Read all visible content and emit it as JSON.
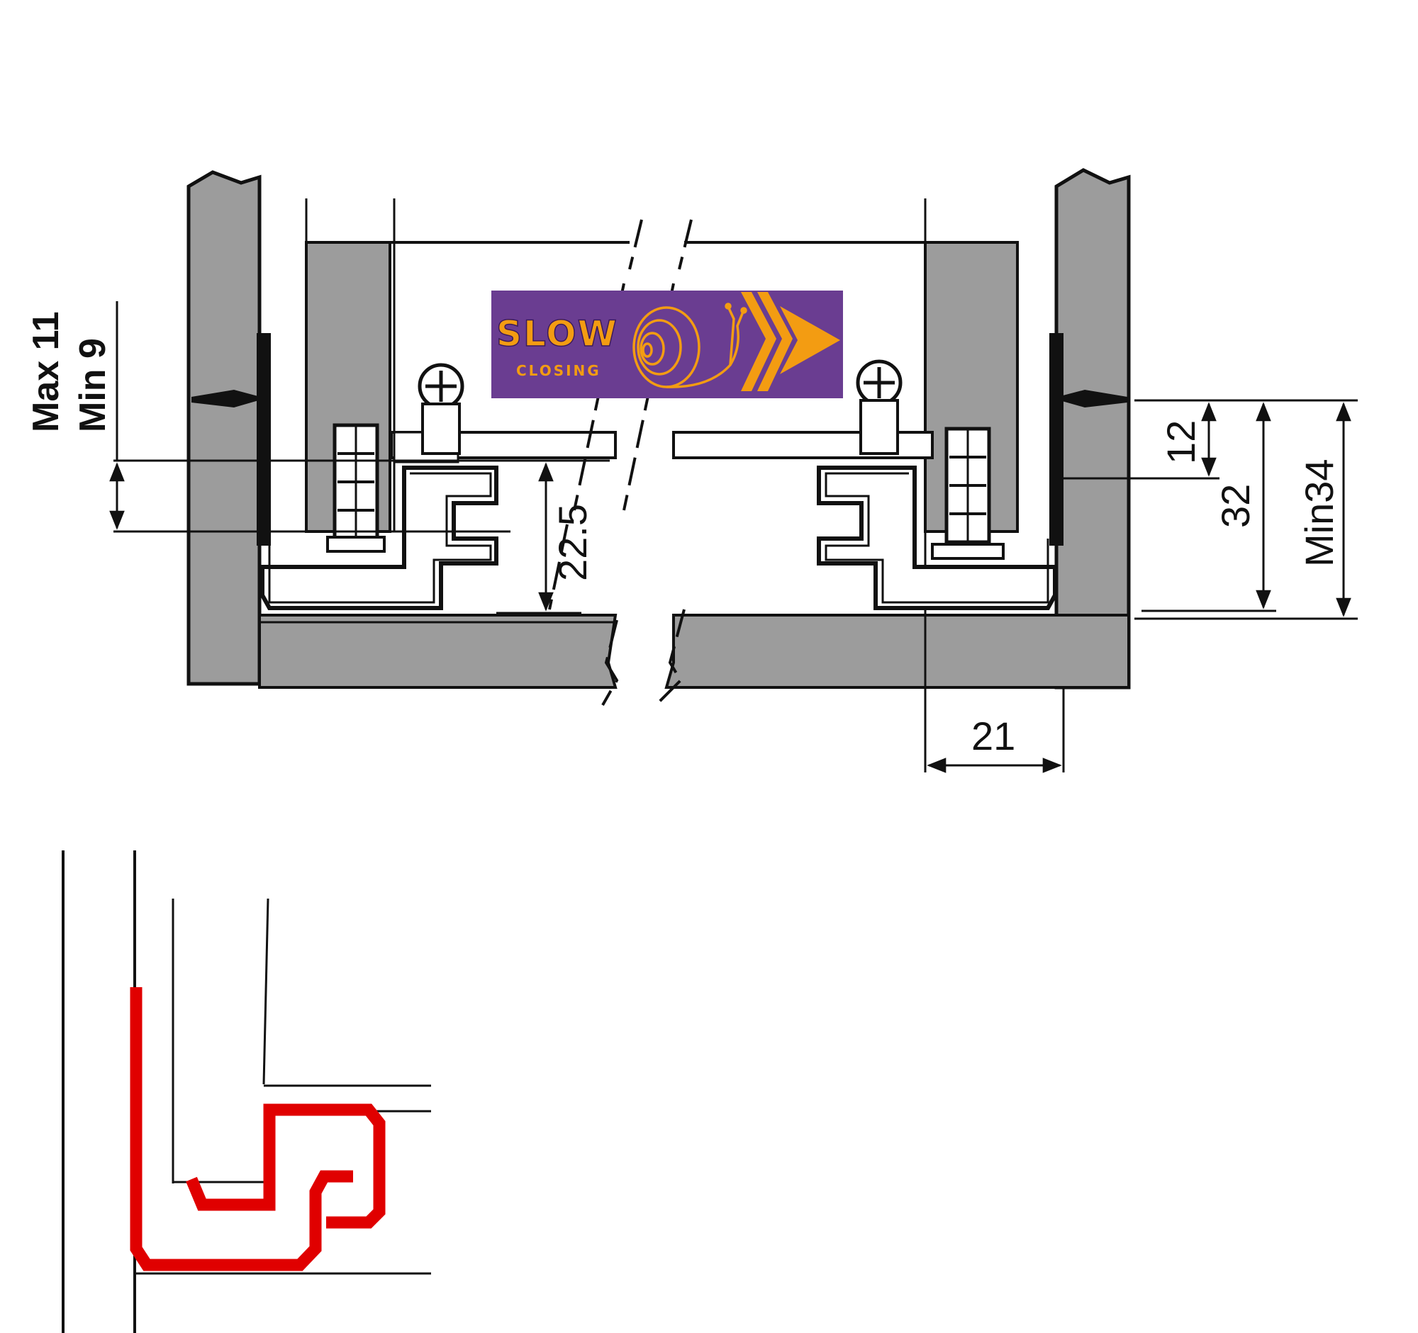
{
  "colors": {
    "panel_gray": "#9c9c9c",
    "line": "#111111",
    "logo_bg": "#6a3d91",
    "logo_accent": "#f39c12",
    "highlight_red": "#e00000"
  },
  "badge": {
    "main_text": "SLOW",
    "sub_text": "CLOSING"
  },
  "dimensions": {
    "max_11": "Max 11",
    "min_9": "Min 9",
    "d_22_5": "22.5",
    "d_12": "12",
    "d_32": "32",
    "d_min34": "Min34",
    "d_21": "21"
  }
}
